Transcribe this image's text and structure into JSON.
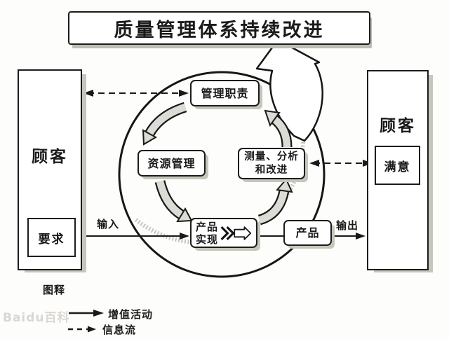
{
  "title": "质量管理体系持续改进",
  "left_customer": {
    "label": "顾客",
    "inner_label": "要求"
  },
  "right_customer": {
    "label": "顾客",
    "inner_label": "满意"
  },
  "process": {
    "management": "管理职责",
    "resources": "资源管理",
    "measurement_line1": "测量、分析",
    "measurement_line2": "和改进",
    "realization_line1": "产品",
    "realization_line2": "实现",
    "product": "产品"
  },
  "flow_labels": {
    "input": "输入",
    "output": "输出"
  },
  "legend": {
    "title": "图释",
    "solid_arrow_label": "增值活动",
    "dashed_arrow_label": "信息流"
  },
  "watermark": "Baidu百科",
  "icons": {
    "value_add_chevron": "fast-forward block arrow inside product-realization box",
    "continual_improvement_arrow": "large white curved arrow from cycle to title",
    "cycle_arrows": "four hatched curved arrows forming PDCA cycle"
  },
  "colors": {
    "ink": "#1a1a1a",
    "box_fill": "#ffffff",
    "shadow": "#c6c6bc",
    "cycle_arrow_fill": "#dcdcd6",
    "background": "#fdfdfb"
  }
}
